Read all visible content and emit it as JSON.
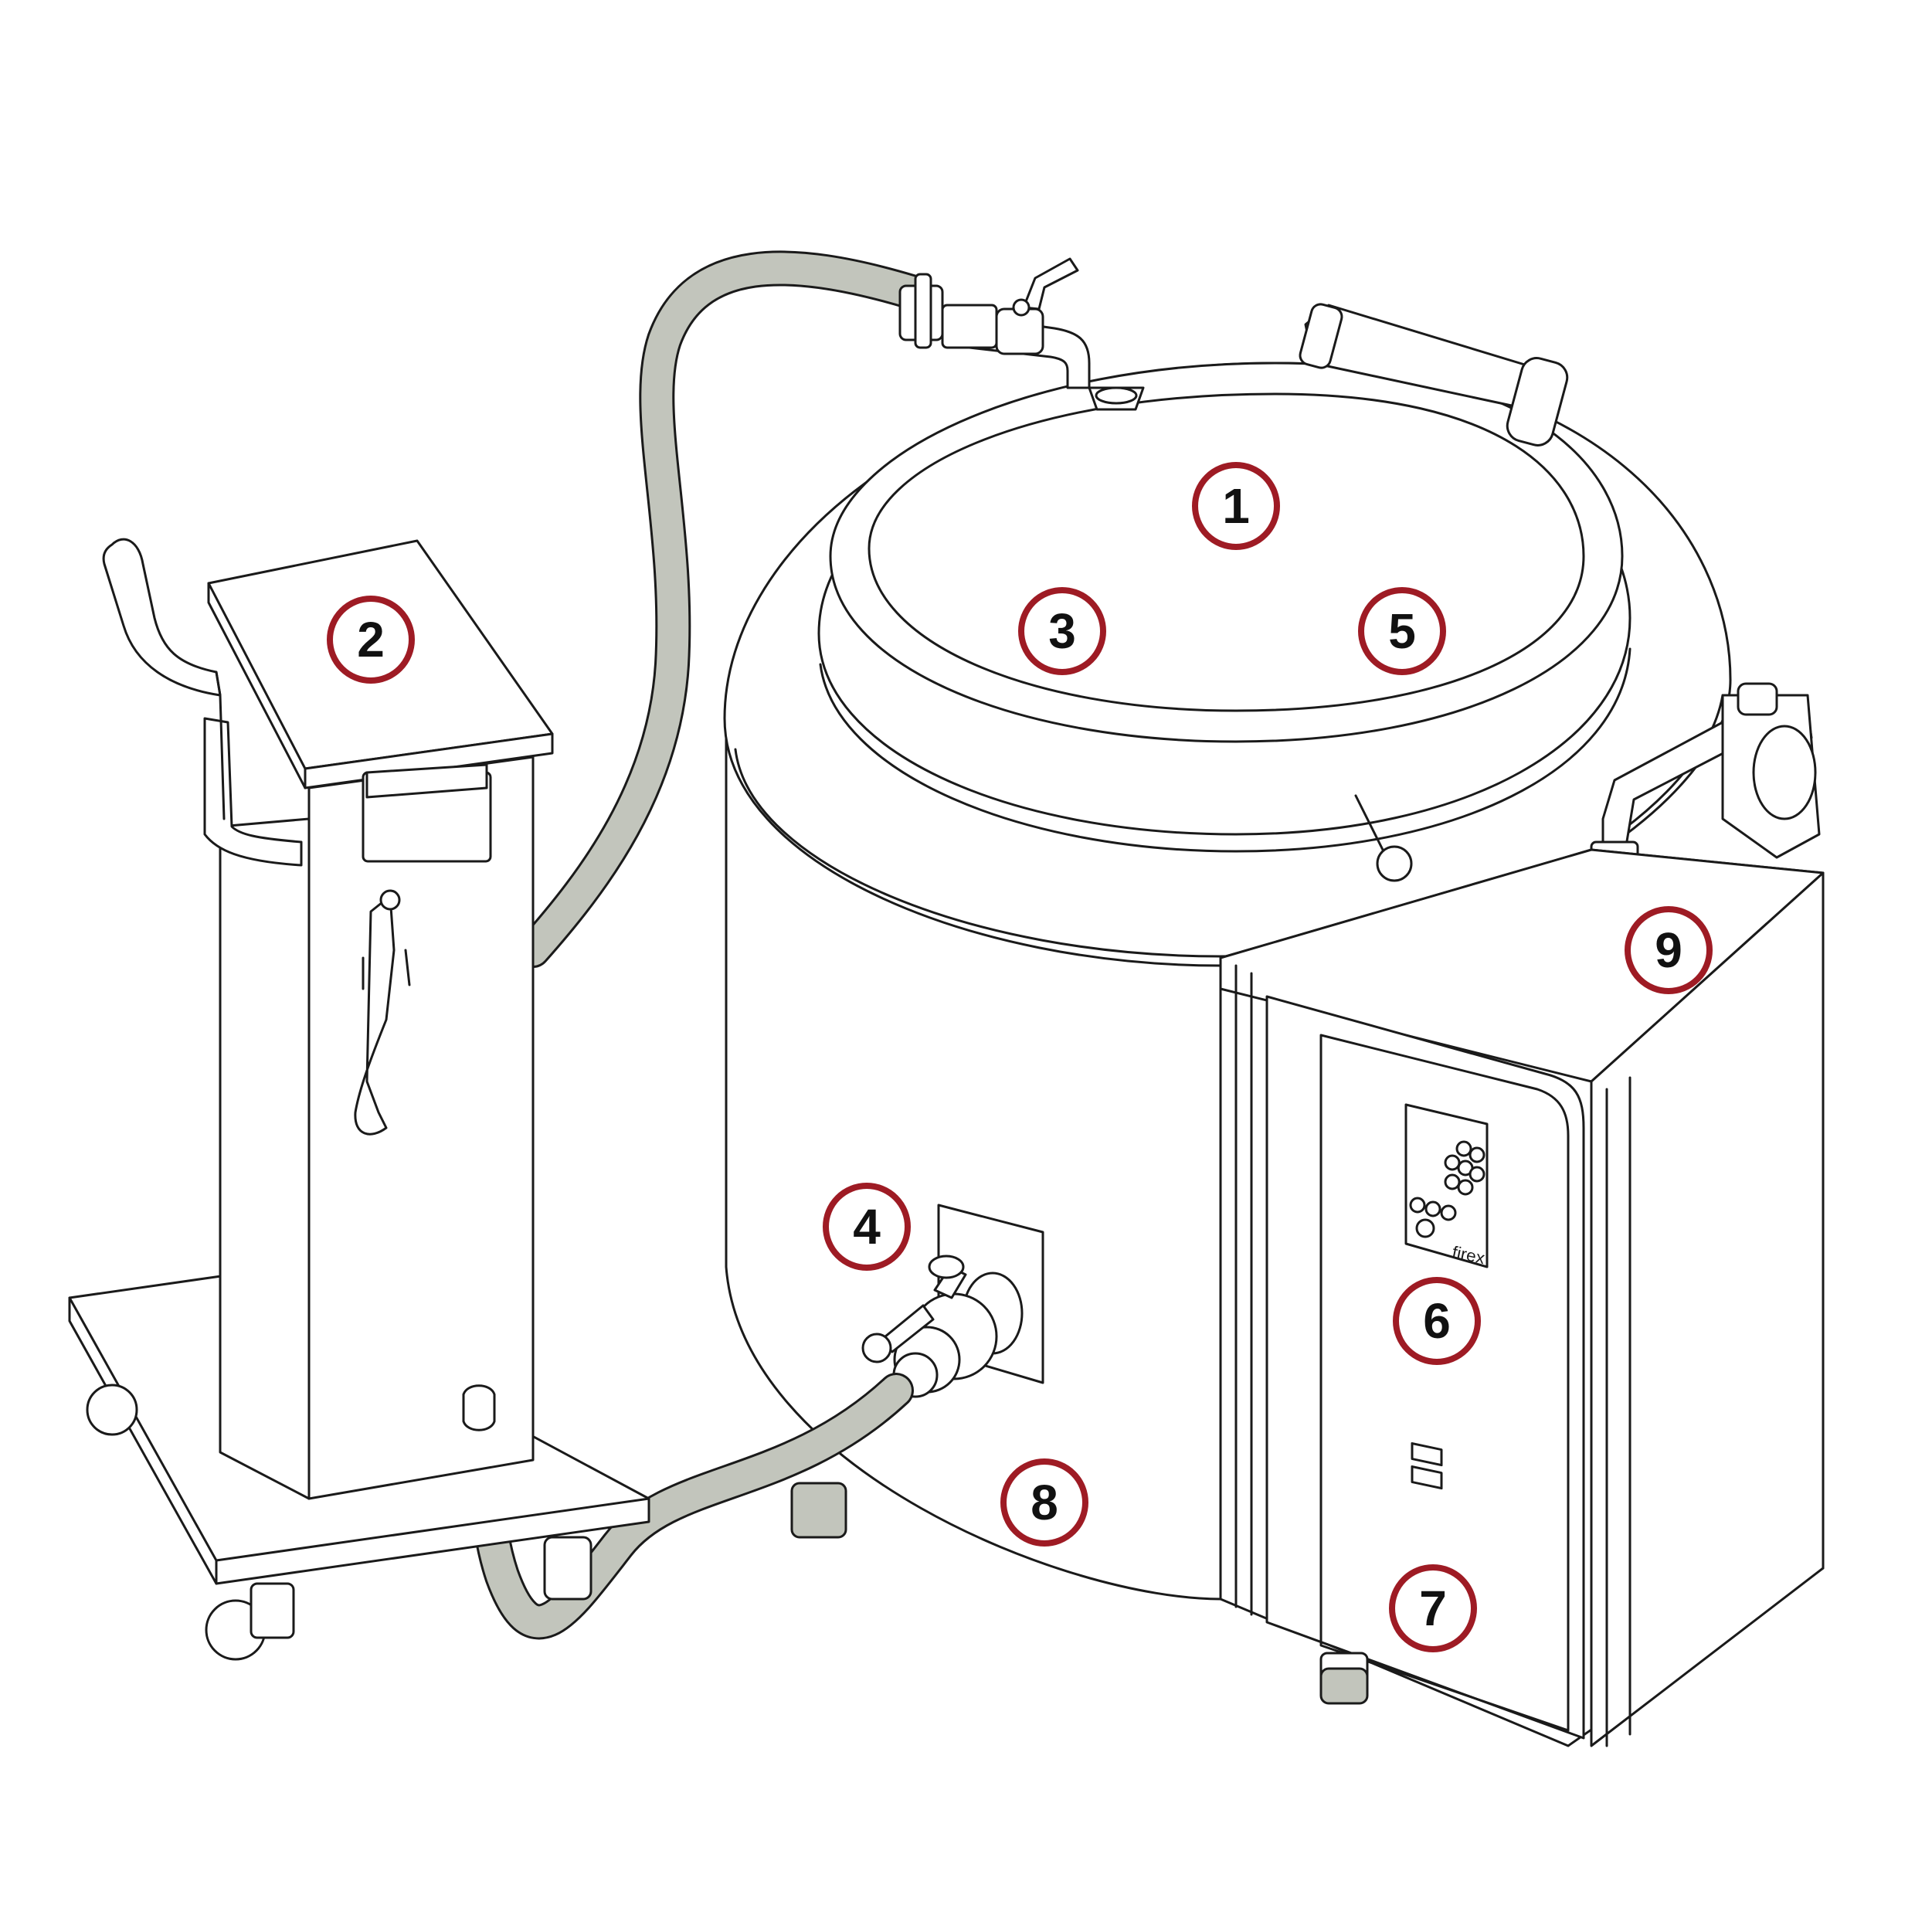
{
  "colors": {
    "callout_ring": "#9e1b24",
    "hose": "#c2c5bc",
    "line": "#1a1a1a",
    "background": "#ffffff"
  },
  "brand": {
    "logo_text": "firex"
  },
  "callouts": [
    {
      "id": "1",
      "label": "1"
    },
    {
      "id": "2",
      "label": "2"
    },
    {
      "id": "3",
      "label": "3"
    },
    {
      "id": "4",
      "label": "4"
    },
    {
      "id": "5",
      "label": "5"
    },
    {
      "id": "6",
      "label": "6"
    },
    {
      "id": "7",
      "label": "7"
    },
    {
      "id": "8",
      "label": "8"
    },
    {
      "id": "9",
      "label": "9"
    }
  ]
}
